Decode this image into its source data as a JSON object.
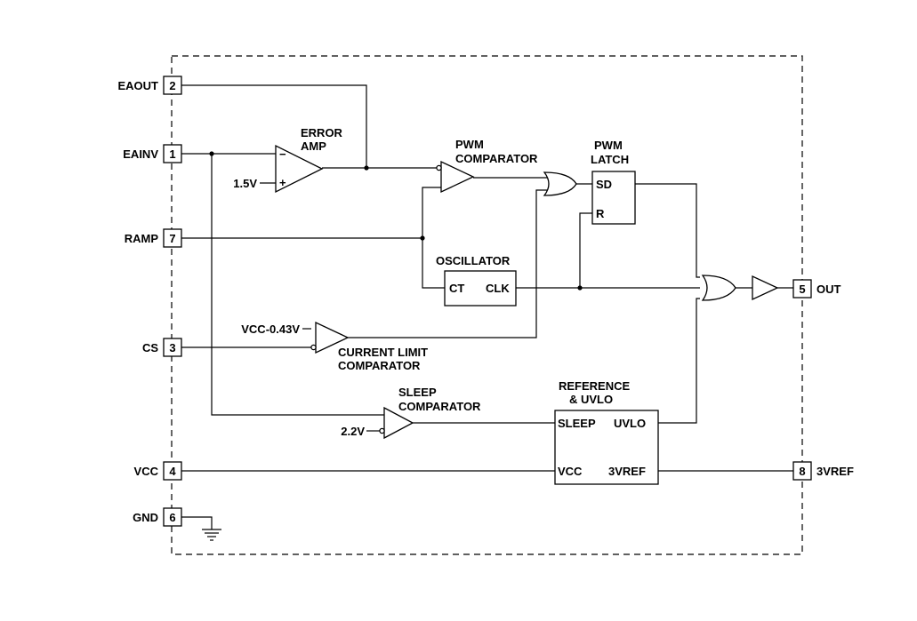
{
  "pins": {
    "eaout": {
      "name": "EAOUT",
      "num": "2"
    },
    "eainv": {
      "name": "EAINV",
      "num": "1"
    },
    "ramp": {
      "name": "RAMP",
      "num": "7"
    },
    "cs": {
      "name": "CS",
      "num": "3"
    },
    "vcc": {
      "name": "VCC",
      "num": "4"
    },
    "gnd": {
      "name": "GND",
      "num": "6"
    },
    "out": {
      "name": "OUT",
      "num": "5"
    },
    "vref": {
      "name": "3VREF",
      "num": "8"
    }
  },
  "blocks": {
    "error_amp": {
      "line1": "ERROR",
      "line2": "AMP",
      "ref": "1.5V",
      "minus": "−",
      "plus": "+"
    },
    "pwm_comparator": {
      "line1": "PWM",
      "line2": "COMPARATOR"
    },
    "pwm_latch": {
      "line1": "PWM",
      "line2": "LATCH",
      "sd": "SD",
      "r": "R"
    },
    "oscillator": {
      "title": "OSCILLATOR",
      "ct": "CT",
      "clk": "CLK"
    },
    "current_limit": {
      "ref": "VCC-0.43V",
      "line1": "CURRENT LIMIT",
      "line2": "COMPARATOR"
    },
    "sleep_comparator": {
      "ref": "2.2V",
      "line1": "SLEEP",
      "line2": "COMPARATOR"
    },
    "reference": {
      "line1": "REFERENCE",
      "line2": "& UVLO",
      "sleep": "SLEEP",
      "uvlo": "UVLO",
      "vcc": "VCC",
      "vref": "3VREF"
    }
  }
}
